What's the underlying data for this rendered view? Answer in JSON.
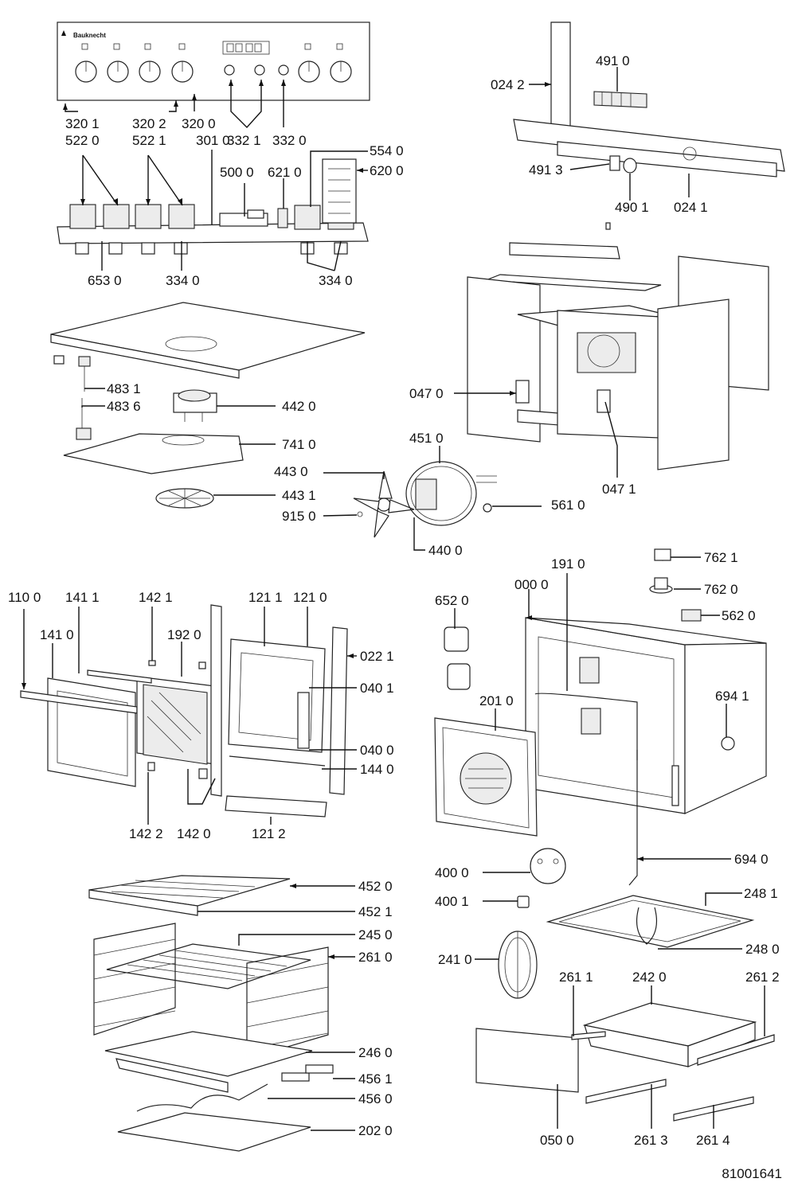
{
  "document": {
    "drawing_number": "81001641",
    "brand_logo_text": "Bauknecht"
  },
  "labels": [
    {
      "id": "3201",
      "text": "320 1"
    },
    {
      "id": "3202",
      "text": "320 2"
    },
    {
      "id": "3200",
      "text": "320 0"
    },
    {
      "id": "5220",
      "text": "522 0"
    },
    {
      "id": "5221",
      "text": "522 1"
    },
    {
      "id": "3010",
      "text": "301 0"
    },
    {
      "id": "3321",
      "text": "332 1"
    },
    {
      "id": "3320",
      "text": "332 0"
    },
    {
      "id": "5540",
      "text": "554 0"
    },
    {
      "id": "5000",
      "text": "500 0"
    },
    {
      "id": "6210",
      "text": "621 0"
    },
    {
      "id": "6200",
      "text": "620 0"
    },
    {
      "id": "6530",
      "text": "653 0"
    },
    {
      "id": "3340a",
      "text": "334 0"
    },
    {
      "id": "3340b",
      "text": "334 0"
    },
    {
      "id": "0242",
      "text": "024 2"
    },
    {
      "id": "4910",
      "text": "491 0"
    },
    {
      "id": "4913",
      "text": "491 3"
    },
    {
      "id": "4901",
      "text": "490 1"
    },
    {
      "id": "0241",
      "text": "024 1"
    },
    {
      "id": "4831",
      "text": "483 1"
    },
    {
      "id": "4836",
      "text": "483 6"
    },
    {
      "id": "4420",
      "text": "442 0"
    },
    {
      "id": "7410",
      "text": "741 0"
    },
    {
      "id": "4430",
      "text": "443 0"
    },
    {
      "id": "4431",
      "text": "443 1"
    },
    {
      "id": "9150",
      "text": "915 0"
    },
    {
      "id": "4510",
      "text": "451 0"
    },
    {
      "id": "4400",
      "text": "440 0"
    },
    {
      "id": "5610",
      "text": "561 0"
    },
    {
      "id": "0470",
      "text": "047 0"
    },
    {
      "id": "0471",
      "text": "047 1"
    },
    {
      "id": "1100",
      "text": "110 0"
    },
    {
      "id": "1411",
      "text": "141 1"
    },
    {
      "id": "1421",
      "text": "142 1"
    },
    {
      "id": "1211",
      "text": "121 1"
    },
    {
      "id": "1210",
      "text": "121 0"
    },
    {
      "id": "1410",
      "text": "141 0"
    },
    {
      "id": "1920",
      "text": "192 0"
    },
    {
      "id": "0221",
      "text": "022 1"
    },
    {
      "id": "0401",
      "text": "040 1"
    },
    {
      "id": "0400",
      "text": "040 0"
    },
    {
      "id": "1440",
      "text": "144 0"
    },
    {
      "id": "1422",
      "text": "142 2"
    },
    {
      "id": "1420",
      "text": "142 0"
    },
    {
      "id": "1212",
      "text": "121 2"
    },
    {
      "id": "7621",
      "text": "762 1"
    },
    {
      "id": "7620",
      "text": "762 0"
    },
    {
      "id": "5620",
      "text": "562 0"
    },
    {
      "id": "1910",
      "text": "191 0"
    },
    {
      "id": "0000",
      "text": "000 0"
    },
    {
      "id": "6520",
      "text": "652 0"
    },
    {
      "id": "2010",
      "text": "201 0"
    },
    {
      "id": "6941",
      "text": "694 1"
    },
    {
      "id": "4000",
      "text": "400 0"
    },
    {
      "id": "4001",
      "text": "400 1"
    },
    {
      "id": "6940",
      "text": "694 0"
    },
    {
      "id": "2481",
      "text": "248 1"
    },
    {
      "id": "2480",
      "text": "248 0"
    },
    {
      "id": "2410",
      "text": "241 0"
    },
    {
      "id": "2611",
      "text": "261 1"
    },
    {
      "id": "2420",
      "text": "242 0"
    },
    {
      "id": "2612",
      "text": "261 2"
    },
    {
      "id": "0500",
      "text": "050 0"
    },
    {
      "id": "2613",
      "text": "261 3"
    },
    {
      "id": "2614",
      "text": "261 4"
    },
    {
      "id": "4520",
      "text": "452 0"
    },
    {
      "id": "4521",
      "text": "452 1"
    },
    {
      "id": "2450",
      "text": "245 0"
    },
    {
      "id": "2610",
      "text": "261 0"
    },
    {
      "id": "2460",
      "text": "246 0"
    },
    {
      "id": "4561",
      "text": "456 1"
    },
    {
      "id": "4560",
      "text": "456 0"
    },
    {
      "id": "2020",
      "text": "202 0"
    }
  ]
}
